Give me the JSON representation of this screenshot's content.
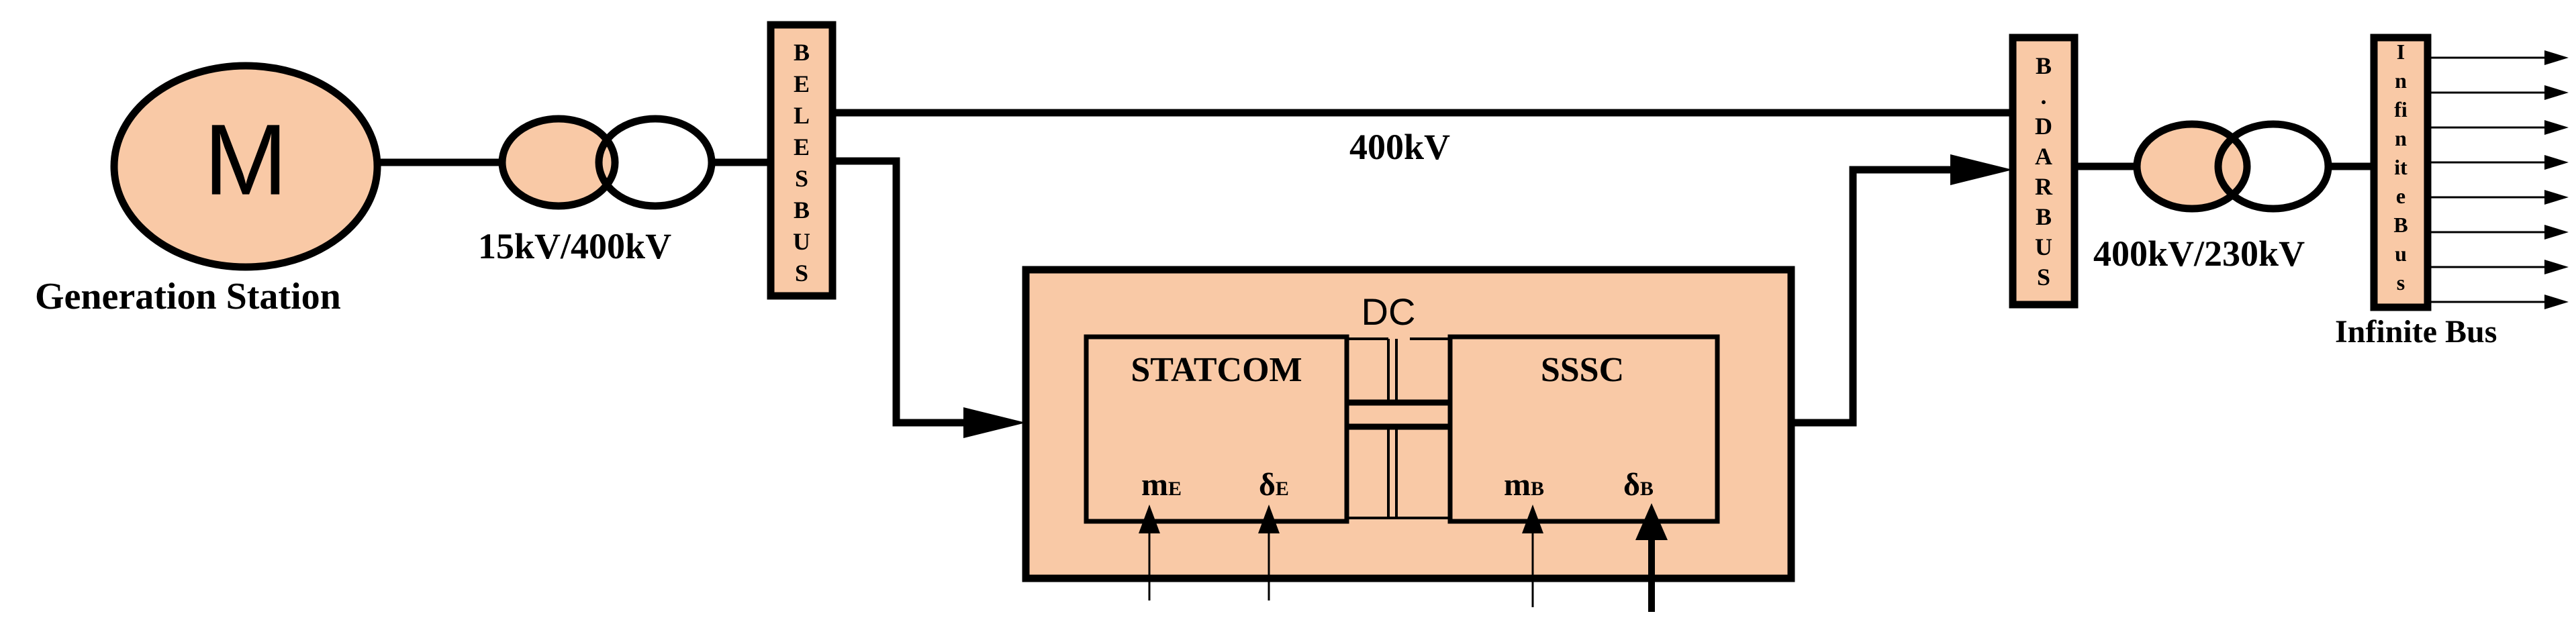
{
  "colors": {
    "fill": "#f9c9a6",
    "stroke": "#000000",
    "background": "#ffffff"
  },
  "generator": {
    "symbol": "M",
    "label": "Generation Station"
  },
  "transformer_left": {
    "label": "15kV/400kV"
  },
  "bus_left": {
    "letters": [
      "B",
      "E",
      "L",
      "E",
      "S",
      "B",
      "U",
      "S"
    ]
  },
  "line": {
    "label": "400kV"
  },
  "upfc": {
    "dc_label": "DC",
    "statcom": {
      "title": "STATCOM",
      "input_1": {
        "base": "m",
        "sub": "E"
      },
      "input_2": {
        "base": "δ",
        "sub": "E"
      }
    },
    "sssc": {
      "title": "SSSC",
      "input_1": {
        "base": "m",
        "sub": "B"
      },
      "input_2": {
        "base": "δ",
        "sub": "B"
      }
    }
  },
  "bus_right": {
    "letters": [
      "B",
      ".",
      "D",
      "A",
      "R",
      "B",
      "U",
      "S"
    ]
  },
  "transformer_right": {
    "label": "400kV/230kV"
  },
  "infinite_bus": {
    "letters": [
      "I",
      "n",
      "fi",
      "n",
      "it",
      "e",
      "B",
      "u",
      "s"
    ],
    "label": "Infinite Bus"
  }
}
